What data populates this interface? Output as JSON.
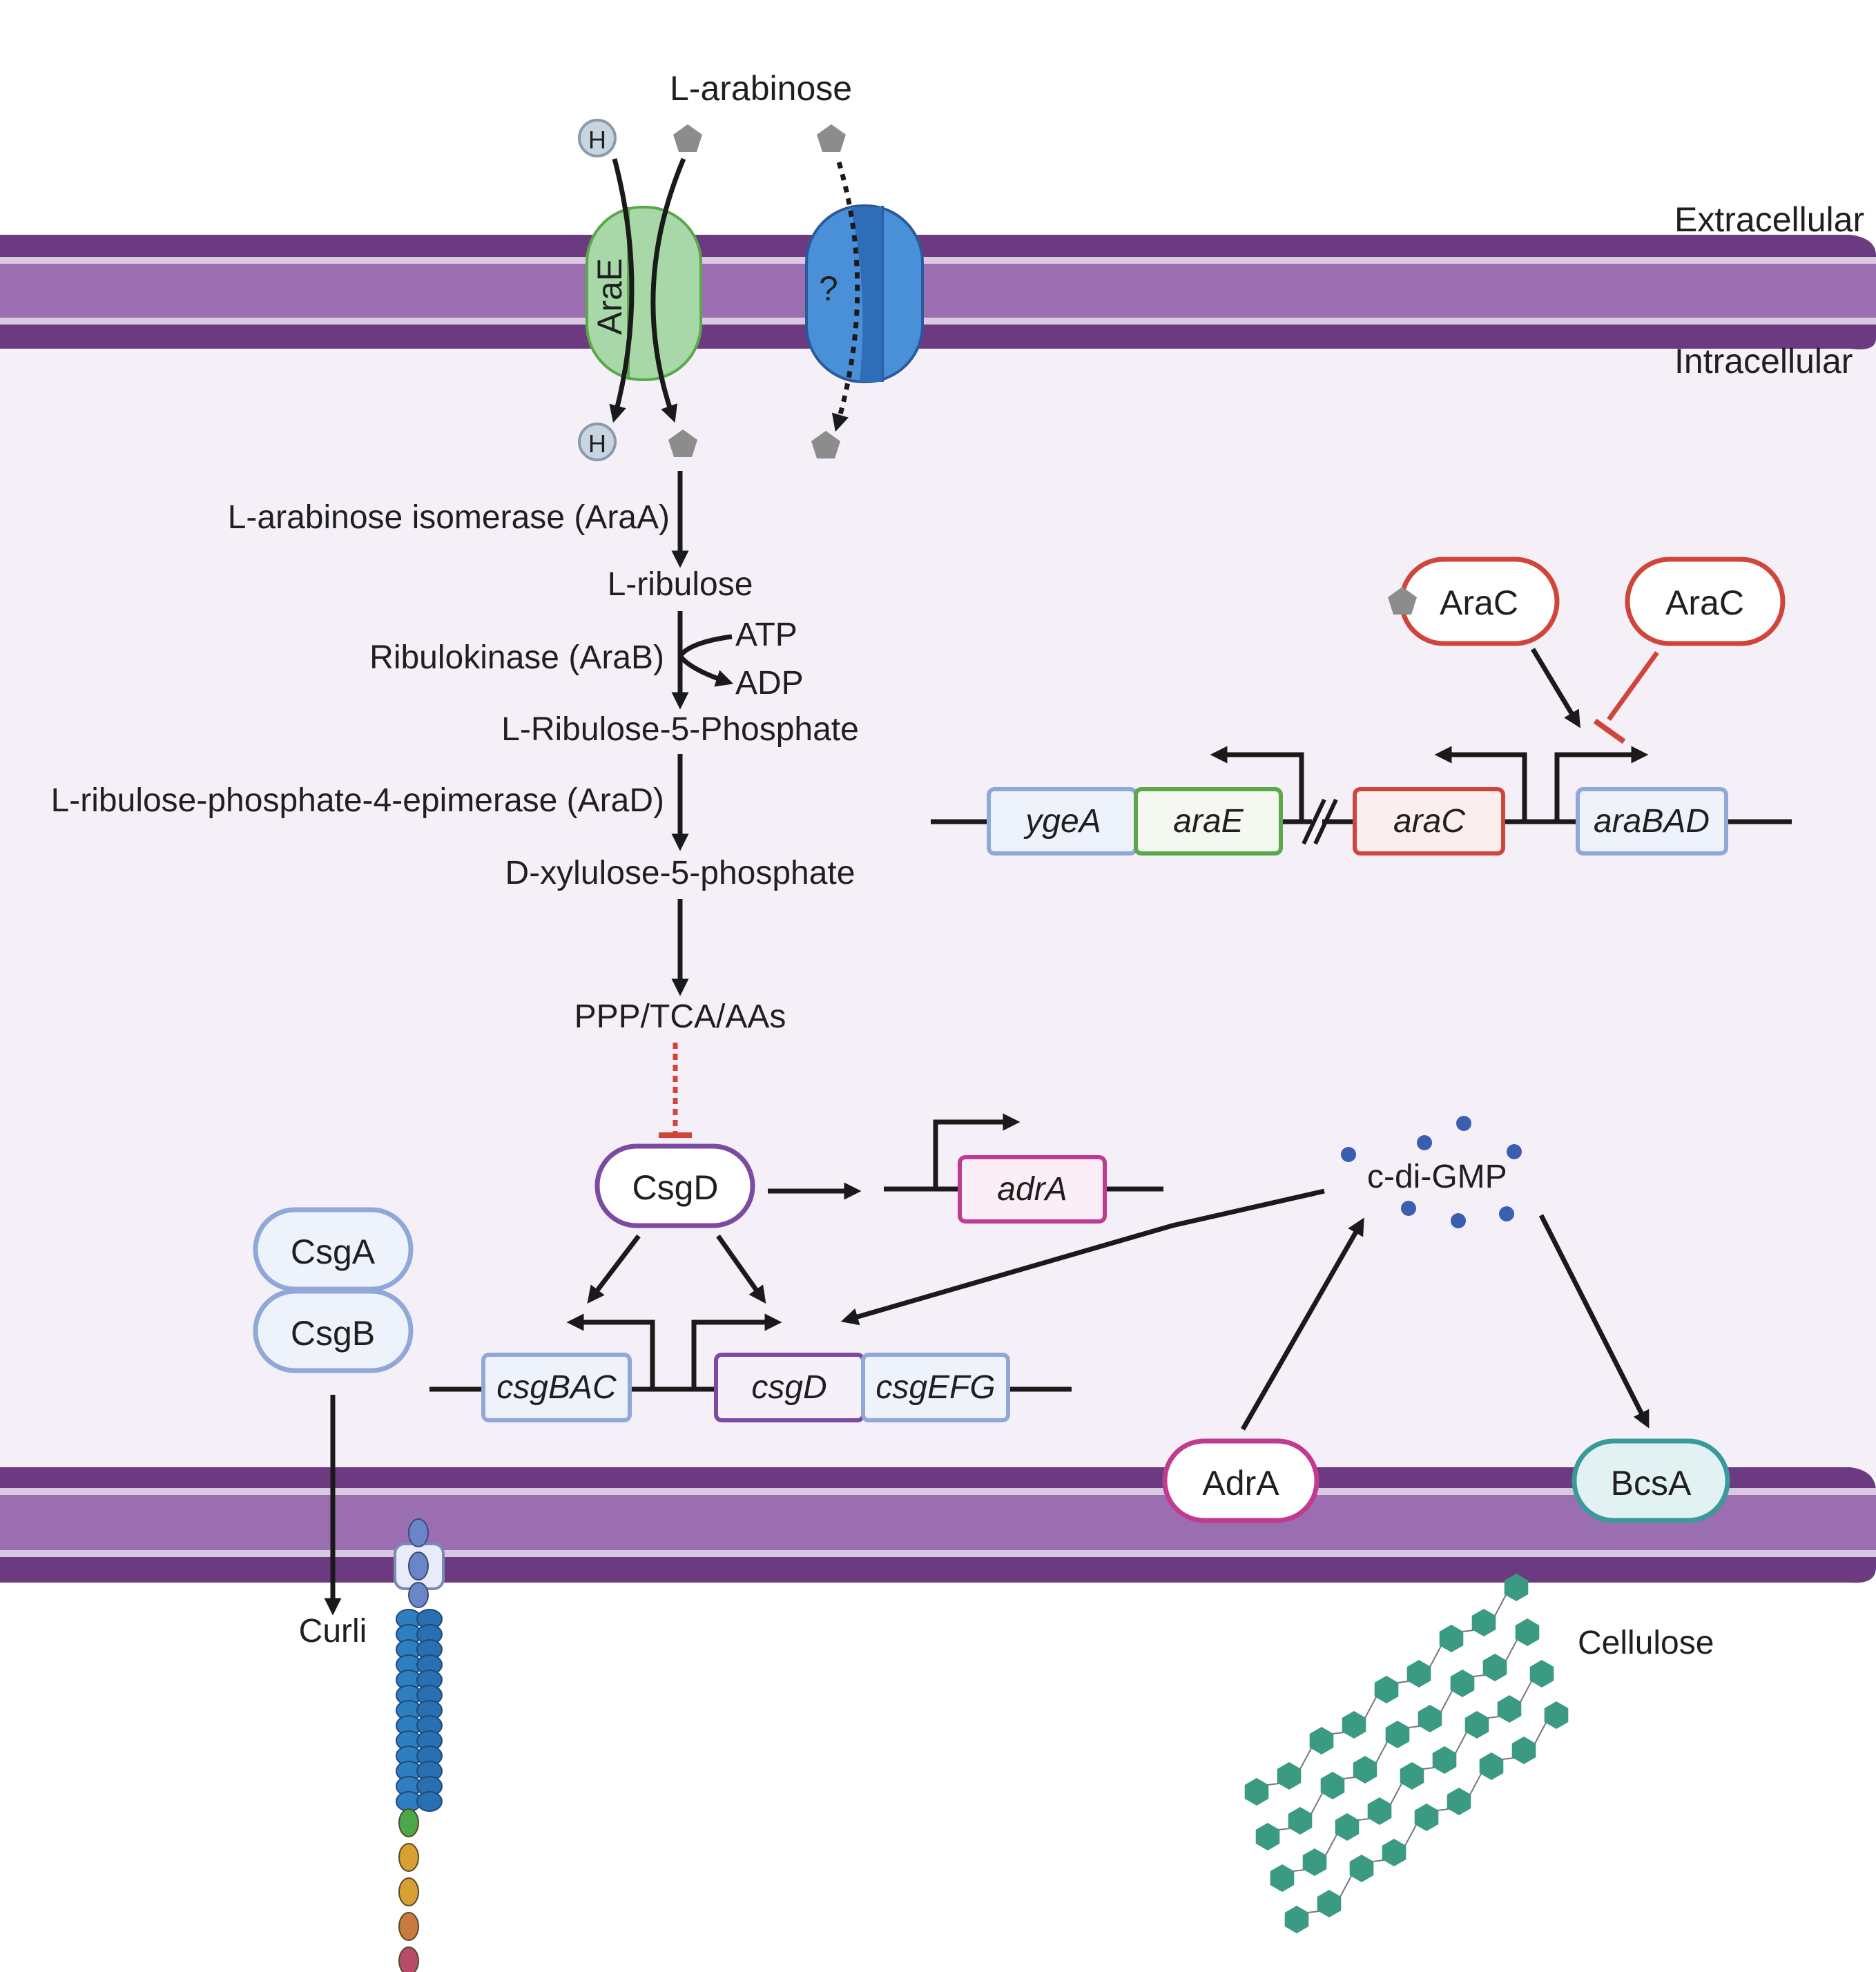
{
  "compartments": {
    "extracellular": "Extracellular",
    "intracellular": "Intracellular"
  },
  "transport": {
    "substrate": "L-arabinose",
    "proton": "H",
    "arae_transporter": "AraE",
    "unknown_transporter": "?"
  },
  "pathway": {
    "step1_enzyme": "L-arabinose isomerase (AraA)",
    "met1": "L-ribulose",
    "step2_enzyme": "Ribulokinase (AraB)",
    "cofactor_in": "ATP",
    "cofactor_out": "ADP",
    "met2": "L-Ribulose-5-Phosphate",
    "step3_enzyme": "L-ribulose-phosphate-4-epimerase (AraD)",
    "met3": "D-xylulose-5-phosphate",
    "end": "PPP/TCA/AAs"
  },
  "ara_regulon": {
    "regulator_active": "AraC",
    "regulator_inactive": "AraC",
    "genes": [
      "ygeA",
      "araE",
      "araC",
      "araBAD"
    ]
  },
  "csg_regulon": {
    "master_regulator": "CsgD",
    "adra_gene": "adrA",
    "second_messenger": "c-di-GMP",
    "genes": [
      "csgBAC",
      "csgD",
      "csgEFG"
    ],
    "subunit_a": "CsgA",
    "subunit_b": "CsgB",
    "curli": "Curli",
    "adra_protein": "AdrA",
    "bcsa_protein": "BcsA",
    "cellulose": "Cellulose"
  },
  "colors": {
    "membrane_dark": "#6b3a80",
    "membrane_mid": "#9a6eb0",
    "membrane_light": "#d8c8e0",
    "cytoplasm": "#f5f0f7",
    "arae_green": "#a8d8a8",
    "unknown_blue": "#4a90d9",
    "arac_red": "#d0453a",
    "csgd_purple": "#7a4ba0",
    "adra_magenta": "#c03a8f",
    "bcsa_teal": "#3a9a9a",
    "gene_blue": "#8fa8d8",
    "arae_gene_green": "#5aa84a",
    "pentose_gray": "#8c8c8c",
    "c_di_gmp_dot": "#3a5fb0",
    "cellulose_green": "#3a9a82"
  }
}
